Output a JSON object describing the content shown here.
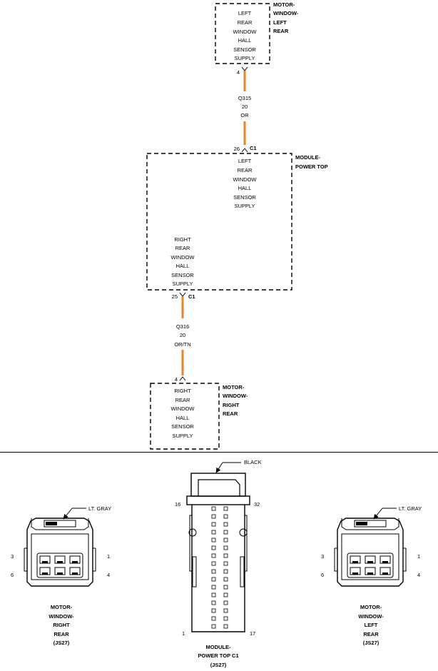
{
  "top_component": {
    "name": [
      "MOTOR-",
      "WINDOW-",
      "LEFT",
      "REAR"
    ],
    "function": [
      "LEFT",
      "REAR",
      "WINDOW",
      "HALL",
      "SENSOR",
      "SUPPLY"
    ],
    "pin": "4"
  },
  "wire_1": {
    "circuit": "Q315",
    "gauge": "20",
    "color": "OR"
  },
  "module": {
    "name": [
      "MODULE-",
      "POWER TOP"
    ],
    "pin_top": "26",
    "connector_top": "C1",
    "function_top": [
      "LEFT",
      "REAR",
      "WINDOW",
      "HALL",
      "SENSOR",
      "SUPPLY"
    ],
    "function_bottom": [
      "RIGHT",
      "REAR",
      "WINDOW",
      "HALL",
      "SENSOR",
      "SUPPLY"
    ],
    "pin_bottom": "25",
    "connector_bottom": "C1"
  },
  "wire_2": {
    "circuit": "Q316",
    "gauge": "20",
    "color": "OR/TN"
  },
  "bottom_component": {
    "pin": "4",
    "function": [
      "RIGHT",
      "REAR",
      "WINDOW",
      "HALL",
      "SENSOR",
      "SUPPLY"
    ],
    "name": [
      "MOTOR-",
      "WINDOW-",
      "RIGHT",
      "REAR"
    ]
  },
  "connectors": {
    "left": {
      "color_label": "LT. GRAY",
      "pins": {
        "top_left": "3",
        "top_right": "1",
        "bottom_left": "6",
        "bottom_right": "4"
      },
      "caption": [
        "MOTOR-",
        "WINDOW-",
        "RIGHT",
        "REAR",
        "(JS27)"
      ]
    },
    "center": {
      "color_label": "BLACK",
      "pins": {
        "top_left": "16",
        "top_right": "32",
        "bottom_left": "1",
        "bottom_right": "17"
      },
      "caption": [
        "MODULE-",
        "POWER TOP C1",
        "(JS27)"
      ]
    },
    "right": {
      "color_label": "LT. GRAY",
      "pins": {
        "top_left": "3",
        "top_right": "1",
        "bottom_left": "6",
        "bottom_right": "4"
      },
      "caption": [
        "MOTOR-",
        "WINDOW-",
        "LEFT",
        "REAR",
        "(JS27)"
      ]
    }
  },
  "colors": {
    "wire": "#e5862a",
    "line": "#000000",
    "background": "#ffffff"
  }
}
